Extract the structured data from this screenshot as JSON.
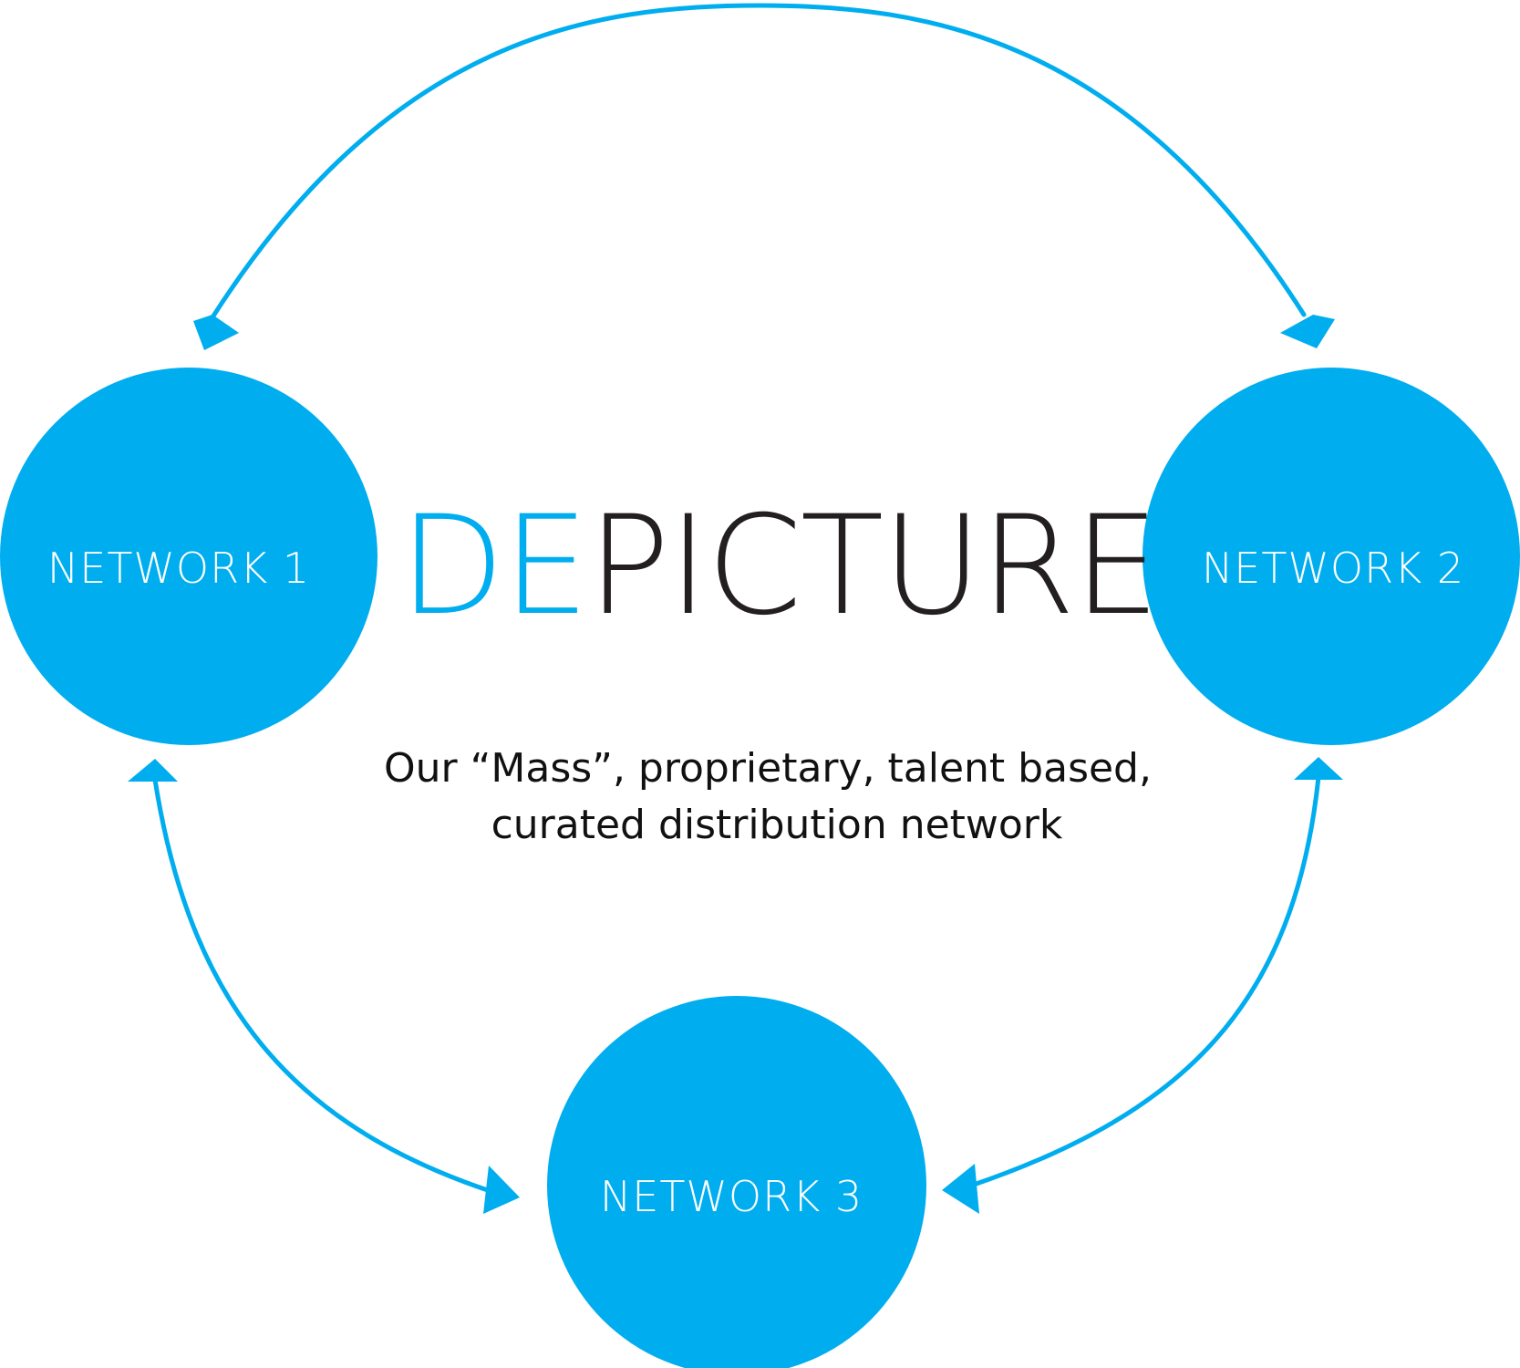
{
  "colors": {
    "accent": "#00adef",
    "text": "#231f20",
    "node_text": "#ffffff"
  },
  "brand": {
    "part_accent": "DE",
    "part_dark": "PICTURE"
  },
  "caption": {
    "line1": "Our “Mass”, proprietary, talent based,",
    "line2": "curated distribution network"
  },
  "nodes": [
    {
      "label": "NETWORK 1"
    },
    {
      "label": "NETWORK 2"
    },
    {
      "label": "NETWORK 3"
    }
  ],
  "links": [
    {
      "from": "NETWORK 1",
      "to": "NETWORK 2",
      "bidirectional": true
    },
    {
      "from": "NETWORK 1",
      "to": "NETWORK 3",
      "bidirectional": true
    },
    {
      "from": "NETWORK 2",
      "to": "NETWORK 3",
      "bidirectional": true
    }
  ]
}
